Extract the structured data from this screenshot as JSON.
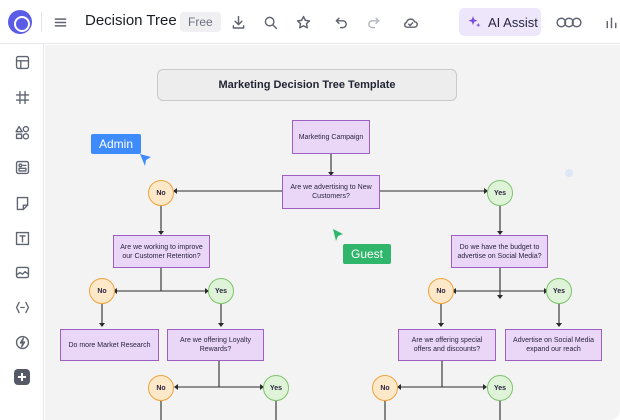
{
  "toolbar": {
    "title": "Decision Tree",
    "badge": "Free",
    "ai_assist_label": "AI Assist",
    "icons": [
      "menu-icon",
      "download-icon",
      "search-icon",
      "star-icon",
      "undo-icon",
      "redo-icon",
      "cloud-icon",
      "sparkle-icon",
      "collaborators-icon",
      "chart-icon"
    ]
  },
  "sidebar": {
    "icons": [
      "layout-icon",
      "grid-icon",
      "shapes-icon",
      "components-icon",
      "sticky-note-icon",
      "text-box-icon",
      "image-icon",
      "connector-icon",
      "lightning-icon",
      "add-icon"
    ]
  },
  "canvas": {
    "header": "Marketing Decision Tree Template",
    "nodes": {
      "campaign": "Marketing Campaign",
      "advertising": "Are we advertising to New Customers?",
      "retention": "Are we working to improve our Customer Retention?",
      "budget": "Do we have the budget to advertise on Social Media?",
      "research": "Do more Market Research",
      "loyalty": "Are we offering Loyalty Rewards?",
      "offers": "Are we offering special offers and discounts?",
      "social": "Advertise on Social Media expand our reach"
    },
    "answers": {
      "no": "No",
      "yes": "Yes"
    },
    "collaborators": {
      "admin": "Admin",
      "guest": "Guest"
    }
  },
  "colors": {
    "accent": "#5b5ce6",
    "node_fill": "#ead6f7",
    "node_border": "#9e5fc4",
    "no_border": "#f0a23a",
    "yes_border": "#7cc46b",
    "admin_tag": "#3d8bfd",
    "guest_tag": "#2fb66a"
  }
}
